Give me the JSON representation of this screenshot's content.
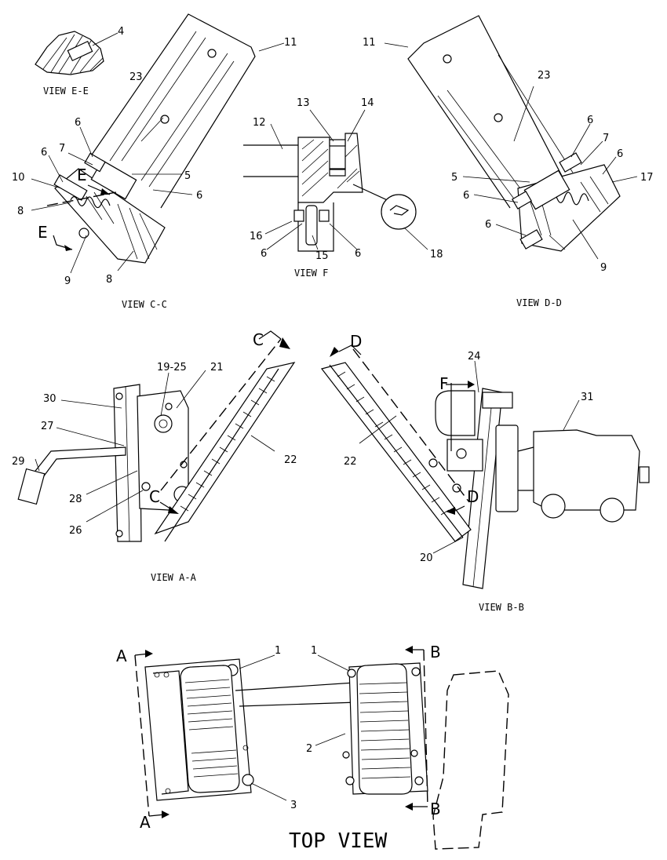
{
  "views": {
    "ee": "VIEW E-E",
    "cc": "VIEW C-C",
    "f": "VIEW F",
    "dd": "VIEW D-D",
    "aa": "VIEW A-A",
    "bb": "VIEW B-B",
    "top": "TOP VIEW"
  },
  "section_letters": {
    "e1": "E",
    "e2": "E",
    "c1": "C",
    "c2": "C",
    "d1": "D",
    "d2": "D",
    "f": "F",
    "a1": "A",
    "a2": "A",
    "b1": "B",
    "b2": "B"
  },
  "callouts": {
    "ee_4": "4",
    "cc_11": "11",
    "cc_23": "23",
    "cc_6a": "6",
    "cc_7": "7",
    "cc_6b": "6",
    "cc_10": "10",
    "cc_8a": "8",
    "cc_5": "5",
    "cc_6c": "6",
    "cc_9": "9",
    "cc_8b": "8",
    "f_13": "13",
    "f_14": "14",
    "f_12": "12",
    "f_16": "16",
    "f_6a": "6",
    "f_15": "15",
    "f_6b": "6",
    "f_18": "18",
    "dd_11": "11",
    "dd_23": "23",
    "dd_6a": "6",
    "dd_7": "7",
    "dd_6b": "6",
    "dd_17": "17",
    "dd_5": "5",
    "dd_6c": "6",
    "dd_6d": "6",
    "dd_9": "9",
    "aa_19": "19-25",
    "aa_21": "21",
    "aa_30": "30",
    "aa_27": "27",
    "aa_29": "29",
    "aa_22": "22",
    "aa_28": "28",
    "aa_26": "26",
    "bb_24": "24",
    "bb_31": "31",
    "bb_22": "22",
    "bb_20": "20",
    "tv_1a": "1",
    "tv_1b": "1",
    "tv_2": "2",
    "tv_3": "3"
  }
}
